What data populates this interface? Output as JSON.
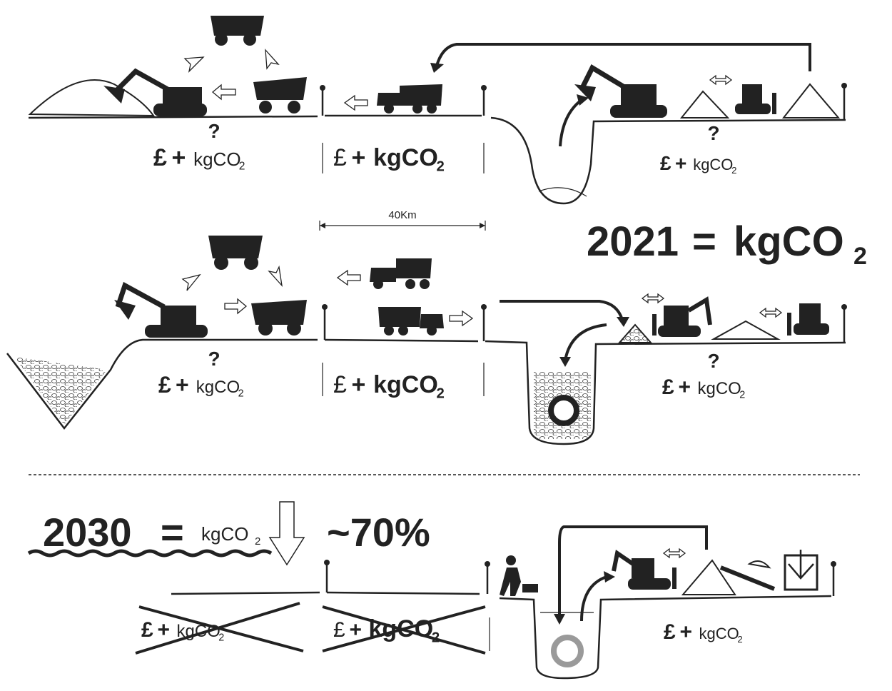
{
  "labels": [
    {
      "id": "row1-left",
      "currency": "£",
      "plus": "+",
      "unit": "kgCO",
      "sub": "2",
      "question": "?",
      "bold": false
    },
    {
      "id": "row1-middle",
      "currency": "£",
      "plus": "+",
      "unit": "kgCO",
      "sub": "2",
      "question": "",
      "bold": true
    },
    {
      "id": "row1-right",
      "currency": "£",
      "plus": "+",
      "unit": "kgCO",
      "sub": "2",
      "question": "?",
      "bold": false
    },
    {
      "id": "row2-left",
      "currency": "£",
      "plus": "+",
      "unit": "kgCO",
      "sub": "2",
      "question": "?",
      "bold": false
    },
    {
      "id": "row2-middle",
      "currency": "£",
      "plus": "+",
      "unit": "kgCO",
      "sub": "2",
      "question": "",
      "bold": true
    },
    {
      "id": "row2-right",
      "currency": "£",
      "plus": "+",
      "unit": "kgCO",
      "sub": "2",
      "question": "?",
      "bold": false
    },
    {
      "id": "row3-left-crossed",
      "currency": "£",
      "plus": "+",
      "unit": "kgCO",
      "sub": "2",
      "question": "",
      "bold": false
    },
    {
      "id": "row3-middle-crossed",
      "currency": "£",
      "plus": "+",
      "unit": "kgCO",
      "sub": "2",
      "question": "",
      "bold": true
    },
    {
      "id": "row3-right",
      "currency": "£",
      "plus": "+",
      "unit": "kgCO",
      "sub": "2",
      "question": "",
      "bold": false
    }
  ],
  "distance": "40Km",
  "headline_2021": {
    "year": "2021",
    "eq": "=",
    "unit": "kgCO",
    "sub": "2"
  },
  "headline_2030": {
    "year": "2030",
    "eq": "=",
    "unit": "kgCO",
    "sub": "2",
    "reduction": "~70%"
  },
  "colors": {
    "ink": "#222222",
    "pipe_new": "#9a9a9a"
  }
}
